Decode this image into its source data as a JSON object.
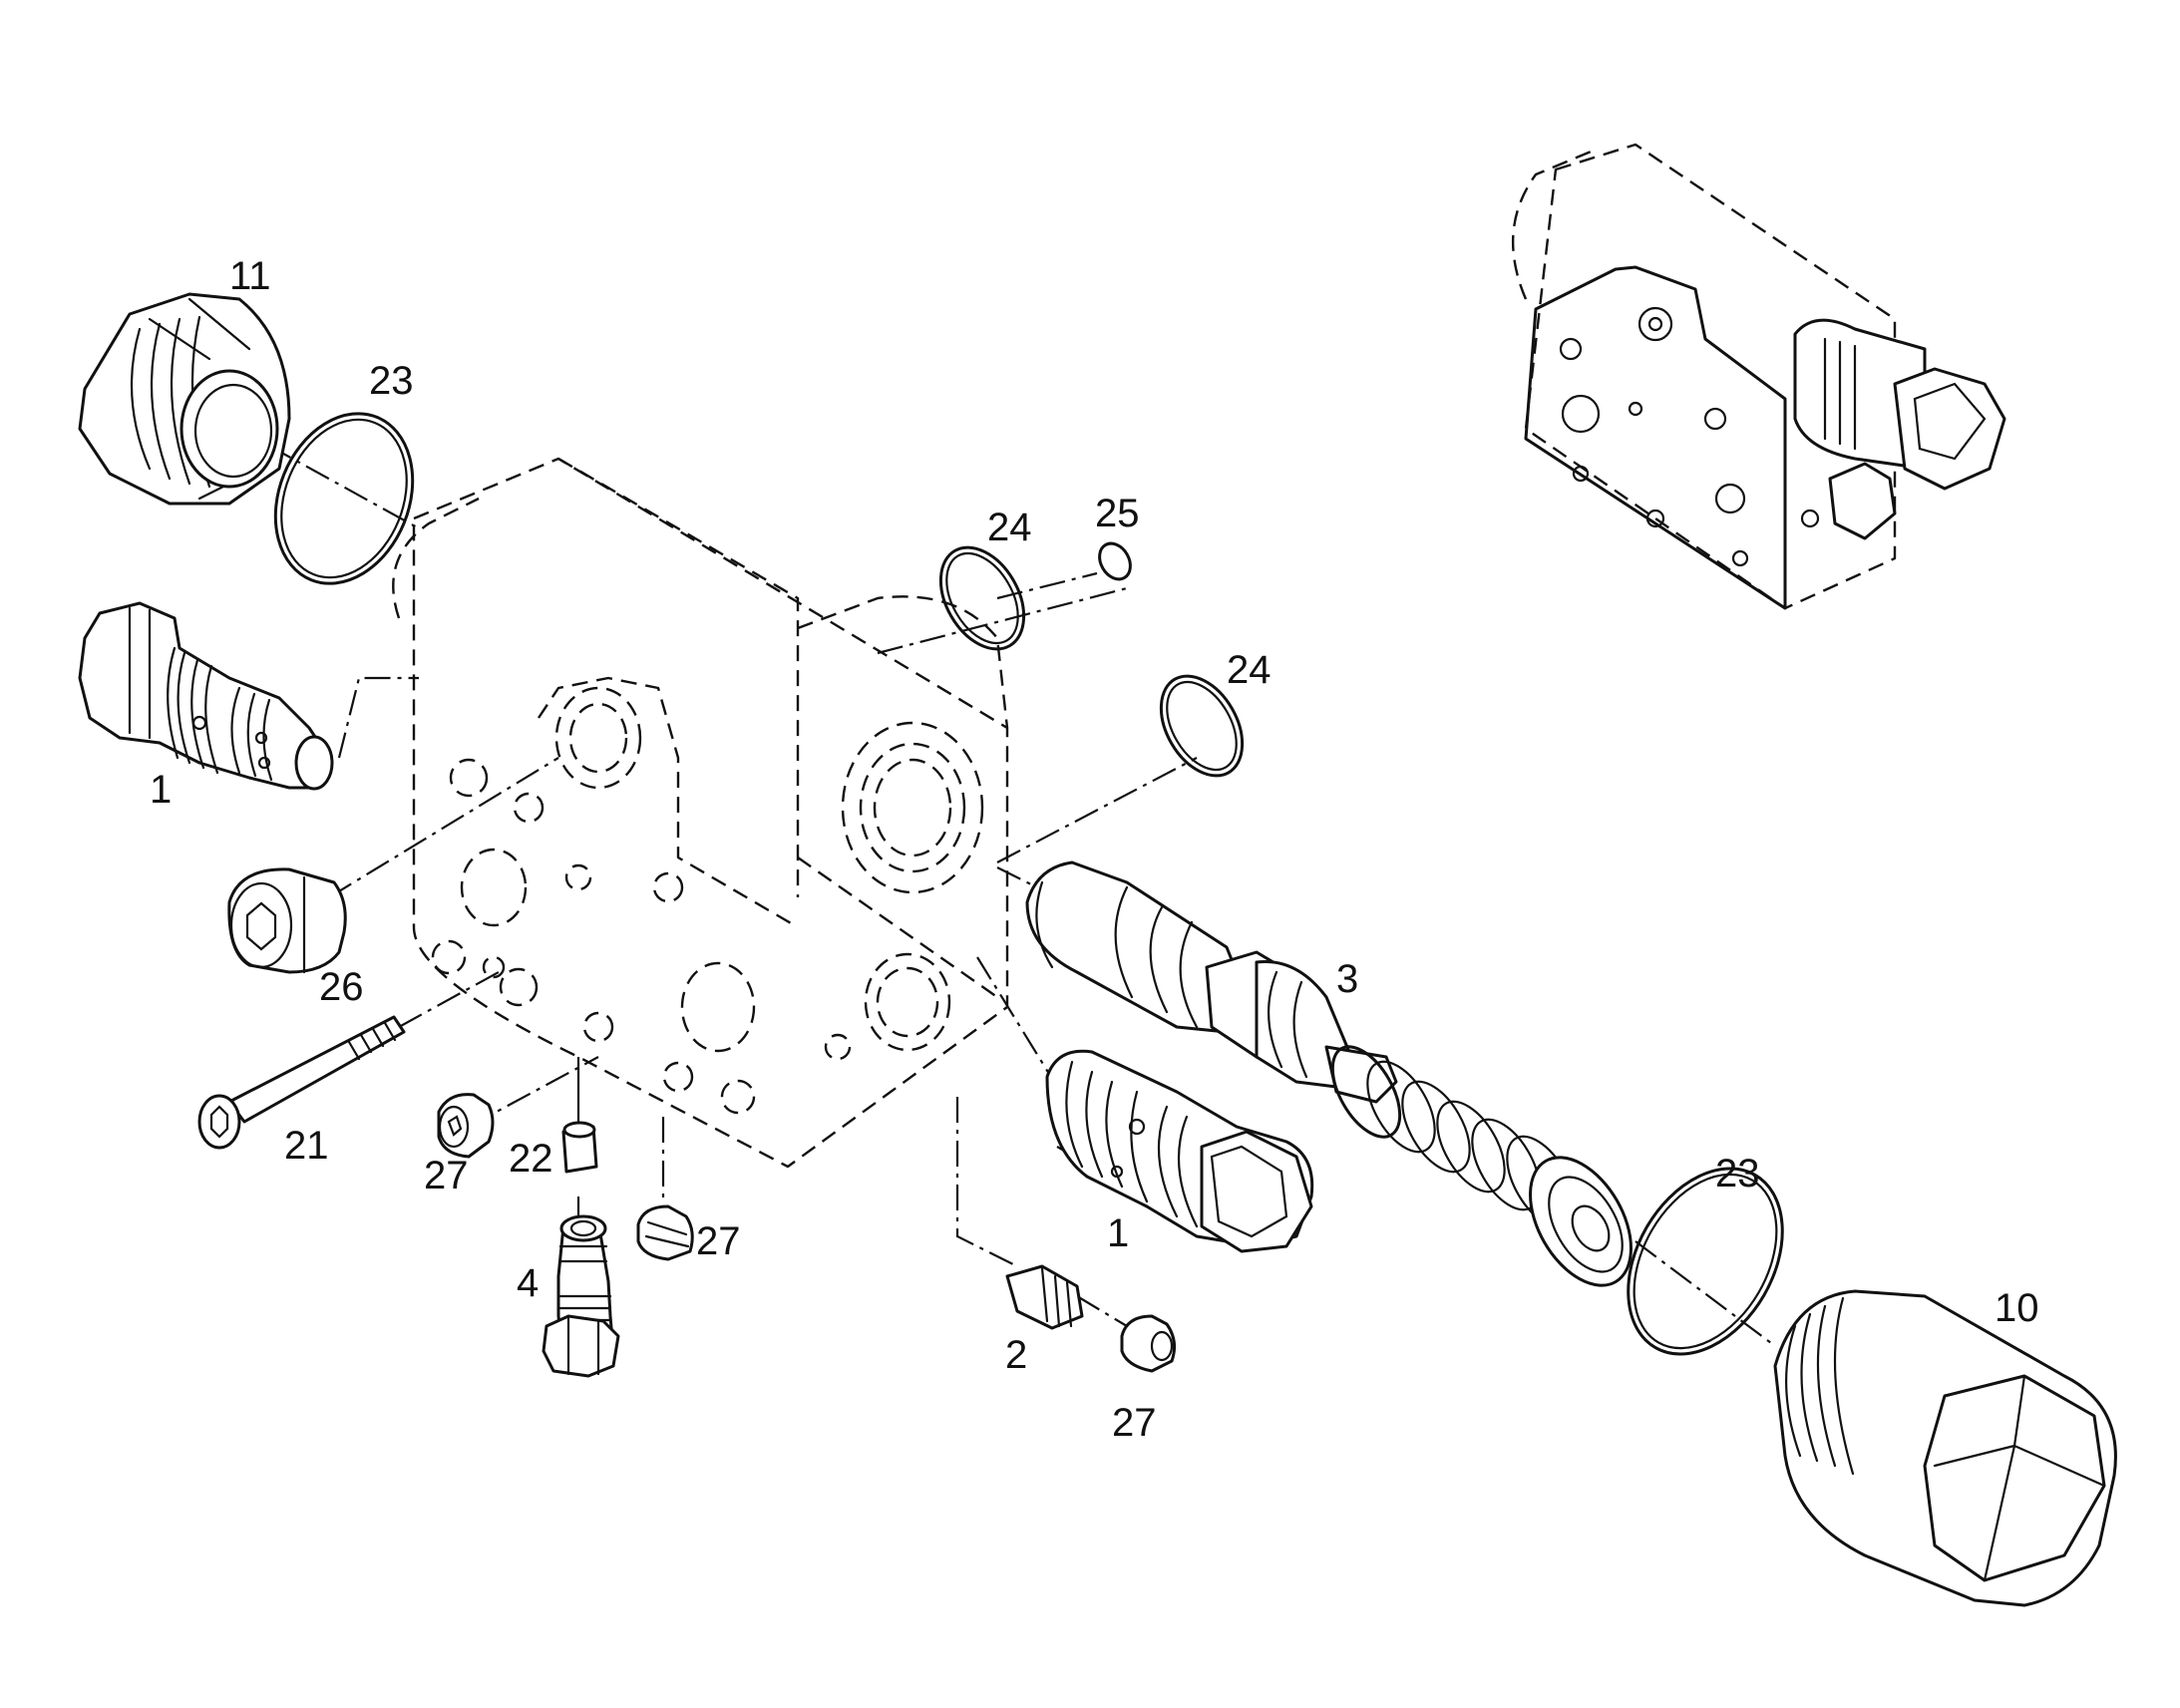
{
  "callouts": {
    "c11": "11",
    "c23a": "23",
    "c1a": "1",
    "c24a": "24",
    "c25": "25",
    "c24b": "24",
    "c26": "26",
    "c3": "3",
    "c21": "21",
    "c27a": "27",
    "c22": "22",
    "c27b": "27",
    "c4": "4",
    "c1b": "1",
    "c23b": "23",
    "c2": "2",
    "c27c": "27",
    "c10": "10"
  }
}
